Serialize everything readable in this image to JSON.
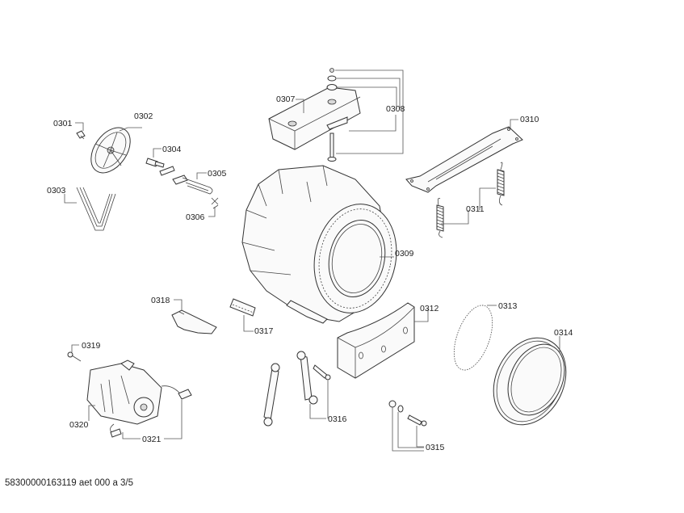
{
  "document": {
    "type": "exploded parts diagram",
    "footer_text": "58300000163119 aet 000 a 3/5"
  },
  "labels": {
    "p0301": "0301",
    "p0302": "0302",
    "p0303": "0303",
    "p0304": "0304",
    "p0305": "0305",
    "p0306": "0306",
    "p0307": "0307",
    "p0308": "0308",
    "p0309": "0309",
    "p0310": "0310",
    "p0311": "0311",
    "p0312": "0312",
    "p0313": "0313",
    "p0314": "0314",
    "p0315": "0315",
    "p0316": "0316",
    "p0317": "0317",
    "p0318": "0318",
    "p0319": "0319",
    "p0320": "0320",
    "p0321": "0321"
  }
}
